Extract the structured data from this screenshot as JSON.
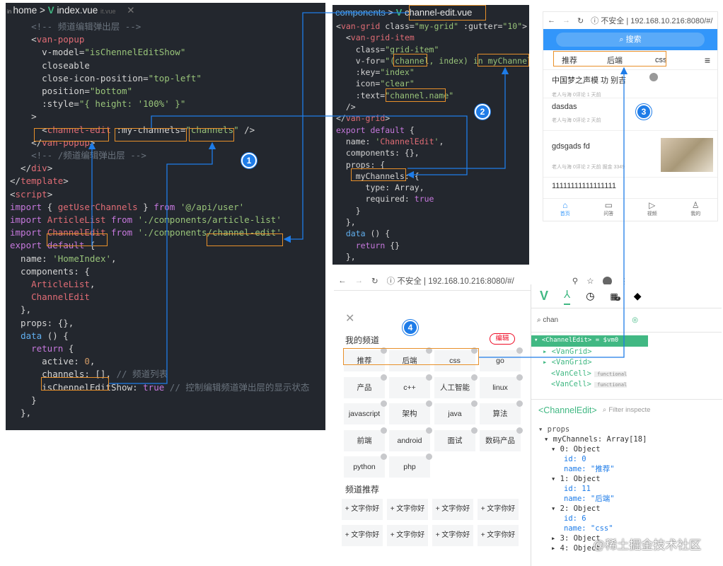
{
  "colors": {
    "accent": "#e8902a",
    "arrow": "#1e7ce8",
    "vue": "#41b883",
    "van_blue": "#3296fa",
    "delete_red": "#ee0a24"
  },
  "panel1": {
    "breadcrumb": {
      "folder": "home",
      "sep": ">",
      "file": "index.vue",
      "ghost": "it.vue"
    },
    "lines": [
      "    <!-- 频道编辑弹出层 -->",
      "    <van-popup",
      "      v-model=\"isChennelEditShow\"",
      "      closeable",
      "      close-icon-position=\"top-left\"",
      "      position=\"bottom\"",
      "      :style=\"{ height: '100%' }\"",
      "    >",
      "      <channel-edit :my-channels=\"channels\" />",
      "    </van-popup>",
      "    <!-- /频道编辑弹出层 -->",
      "  </div>",
      "</template>",
      "<script>",
      "import { getUserChannels } from '@/api/user'",
      "import ArticleList from './components/article-list'",
      "import ChannelEdit from './components/channel-edit'",
      "export default {",
      "  name: 'HomeIndex',",
      "  components: {",
      "    ArticleList,",
      "    ChannelEdit",
      "  },",
      "  props: {},",
      "  data () {",
      "    return {",
      "      active: 0,",
      "      channels: [], // 频道列表",
      "      isChennelEditShow: true // 控制编辑频道弹出层的显示状态",
      "    }",
      "  },"
    ]
  },
  "panel2": {
    "breadcrumb": {
      "folder": "components",
      "sep": ">",
      "file": "channel-edit.vue"
    },
    "lines": [
      "<van-grid class=\"my-grid\" :gutter=\"10\">",
      "  <van-grid-item",
      "    class=\"grid-item\"",
      "    v-for=\"(channel, index) in myChannels\"",
      "    :key=\"index\"",
      "    icon=\"clear\"",
      "    :text=\"channel.name\"",
      "  />",
      "</van-grid>",
      "export default {",
      "  name: 'ChannelEdit',",
      "  components: {},",
      "  props: {",
      "    myChannels: {",
      "      type: Array,",
      "      required: true",
      "    }",
      "  },",
      "  data () {",
      "    return {}",
      "  },"
    ]
  },
  "phone": {
    "url_insecure": "不安全",
    "url": "192.168.10.216:8080/#/",
    "search": "搜索",
    "tabs": [
      "推荐",
      "后端",
      "css"
    ],
    "articles": [
      {
        "title": "中国梦之声模 功 别吉",
        "meta": "老人与海  0评论  1 天前"
      },
      {
        "title": "dasdas",
        "meta": "老人与海  0评论  2 天前"
      },
      {
        "title": "gdsgads fd",
        "meta": "老人与海  0评论  2 天前   掘金 3349"
      },
      {
        "title": "11111111111111111",
        "meta": ""
      }
    ],
    "tabbar": [
      {
        "icon": "home-icon",
        "label": "首页"
      },
      {
        "icon": "qa-icon",
        "label": "问答"
      },
      {
        "icon": "video-icon",
        "label": "视频"
      },
      {
        "icon": "user-icon",
        "label": "我的"
      }
    ]
  },
  "browser4": {
    "url_insecure": "不安全",
    "url": "192.168.10.216:8080/#/"
  },
  "popup": {
    "my_channels_title": "我的频道",
    "edit_button": "编辑",
    "my_channels": [
      "推荐",
      "后端",
      "css",
      "go",
      "产品",
      "c++",
      "人工智能",
      "linux",
      "javascript",
      "架构",
      "java",
      "算法",
      "前端",
      "android",
      "面试",
      "数码产品",
      "python",
      "php"
    ],
    "recommend_title": "频道推荐",
    "recommend": [
      "+ 文字你好",
      "+ 文字你好",
      "+ 文字你好",
      "+ 文字你好",
      "+ 文字你好",
      "+ 文字你好",
      "+ 文字你好",
      "+ 文字你好"
    ]
  },
  "devtools": {
    "search": "chan",
    "badge_count": "2",
    "tree": [
      {
        "text": "▾ <ChannelEdit> = $vm0",
        "selected": true,
        "indent": 0
      },
      {
        "text": "▸ <VanGrid>",
        "indent": 1
      },
      {
        "text": "▸ <VanGrid>",
        "indent": 1
      },
      {
        "text": "<VanCell>",
        "tag": "functional",
        "indent": 2
      },
      {
        "text": "<VanCell>",
        "tag": "functional",
        "indent": 2
      }
    ],
    "inspect_title": "<ChannelEdit>",
    "filter_placeholder": "Filter inspecte",
    "props_label": "props",
    "my_channels_label": "myChannels: Array[18]",
    "items": [
      {
        "head": "0: Object",
        "id": "id: 0",
        "name": "name: \"推荐\""
      },
      {
        "head": "1: Object",
        "id": "id: 11",
        "name": "name: \"后端\""
      },
      {
        "head": "2: Object",
        "id": "id: 6",
        "name": "name: \"css\""
      }
    ],
    "collapsed": [
      "3: Object",
      "4: Object"
    ]
  },
  "badges": [
    "1",
    "2",
    "3",
    "4"
  ],
  "watermark": "@稀土掘金技术社区"
}
